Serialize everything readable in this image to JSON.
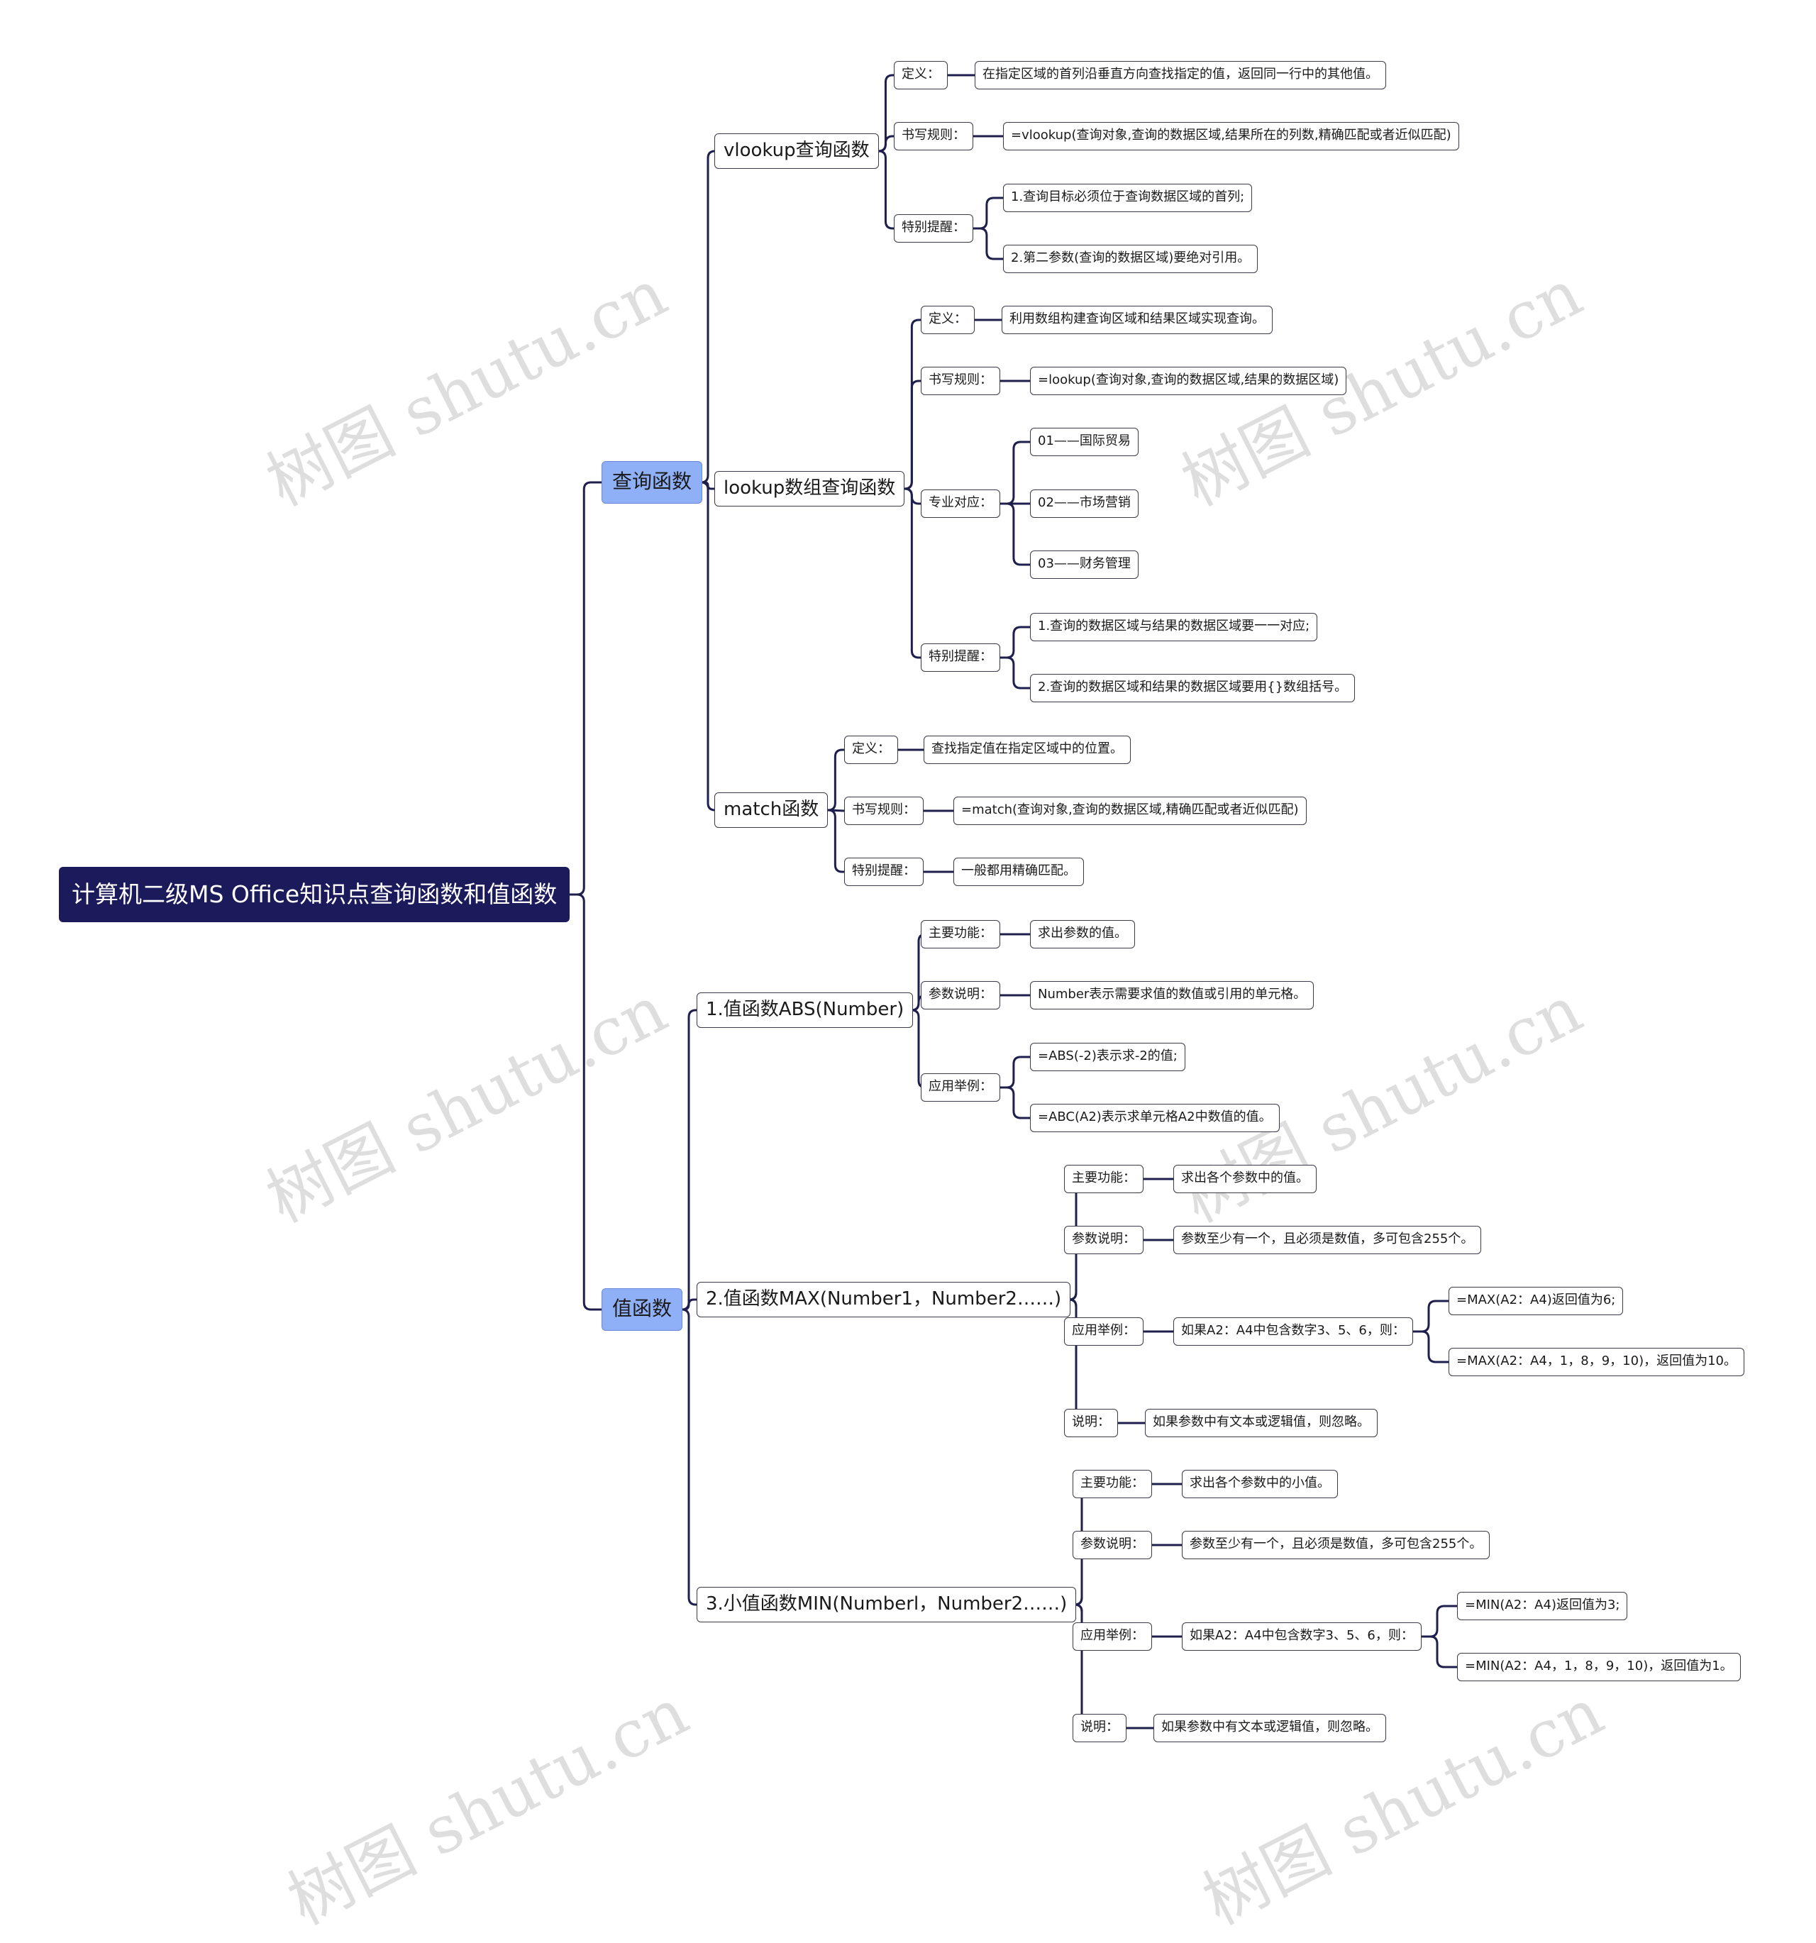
{
  "root": {
    "label": "计算机二级MS Office知识点查询函数和值函数"
  },
  "watermark": {
    "text": "树图 shutu.cn"
  },
  "lookup_funcs": {
    "label": "查询函数",
    "vlookup": {
      "label": "vlookup查询函数",
      "def_label": "定义：",
      "def_text": "在指定区域的首列沿垂直方向查找指定的值，返回同一行中的其他值。",
      "rule_label": "书写规则：",
      "rule_text": "=vlookup(查询对象,查询的数据区域,结果所在的列数,精确匹配或者近似匹配)",
      "note_label": "特别提醒：",
      "note_1": "1.查询目标必须位于查询数据区域的首列;",
      "note_2": "2.第二参数(查询的数据区域)要绝对引用。"
    },
    "lookup": {
      "label": "lookup数组查询函数",
      "def_label": "定义：",
      "def_text": "利用数组构建查询区域和结果区域实现查询。",
      "rule_label": "书写规则：",
      "rule_text": "=lookup(查询对象,查询的数据区域,结果的数据区域)",
      "major_label": "专业对应：",
      "major_1": "01——国际贸易",
      "major_2": "02——市场营销",
      "major_3": "03——财务管理",
      "note_label": "特别提醒：",
      "note_1": "1.查询的数据区域与结果的数据区域要一一对应;",
      "note_2": "2.查询的数据区域和结果的数据区域要用{}数组括号。"
    },
    "match": {
      "label": "match函数",
      "def_label": "定义：",
      "def_text": "查找指定值在指定区域中的位置。",
      "rule_label": "书写规则：",
      "rule_text": "=match(查询对象,查询的数据区域,精确匹配或者近似匹配)",
      "note_label": "特别提醒：",
      "note_text": "一般都用精确匹配。"
    }
  },
  "value_funcs": {
    "label": "值函数",
    "abs": {
      "label": "1.值函数ABS(Number)",
      "func_label": "主要功能：",
      "func_text": "求出参数的值。",
      "param_label": "参数说明：",
      "param_text": "Number表示需要求值的数值或引用的单元格。",
      "ex_label": "应用举例：",
      "ex_1": "=ABS(-2)表示求-2的值;",
      "ex_2": "=ABC(A2)表示求单元格A2中数值的值。"
    },
    "max": {
      "label": "2.值函数MAX(Number1，Number2……)",
      "func_label": "主要功能：",
      "func_text": "求出各个参数中的值。",
      "param_label": "参数说明：",
      "param_text": "参数至少有一个，且必须是数值，多可包含255个。",
      "ex_label": "应用举例：",
      "ex_cond": "如果A2：A4中包含数字3、5、6，则：",
      "ex_1": "=MAX(A2：A4)返回值为6;",
      "ex_2": "=MAX(A2：A4，1，8，9，10)，返回值为10。",
      "note_label": "说明：",
      "note_text": "如果参数中有文本或逻辑值，则忽略。"
    },
    "min": {
      "label": "3.小值函数MIN(Numberl，Number2……)",
      "func_label": "主要功能：",
      "func_text": "求出各个参数中的小值。",
      "param_label": "参数说明：",
      "param_text": "参数至少有一个，且必须是数值，多可包含255个。",
      "ex_label": "应用举例：",
      "ex_cond": "如果A2：A4中包含数字3、5、6，则：",
      "ex_1": "=MIN(A2：A4)返回值为3;",
      "ex_2": "=MIN(A2：A4，1，8，9，10)，返回值为1。",
      "note_label": "说明：",
      "note_text": "如果参数中有文本或逻辑值，则忽略。"
    }
  },
  "colors": {
    "root_bg": "#1b1a5a",
    "branch_bg": "#8fb0f7",
    "link": "#1f1f4e"
  }
}
